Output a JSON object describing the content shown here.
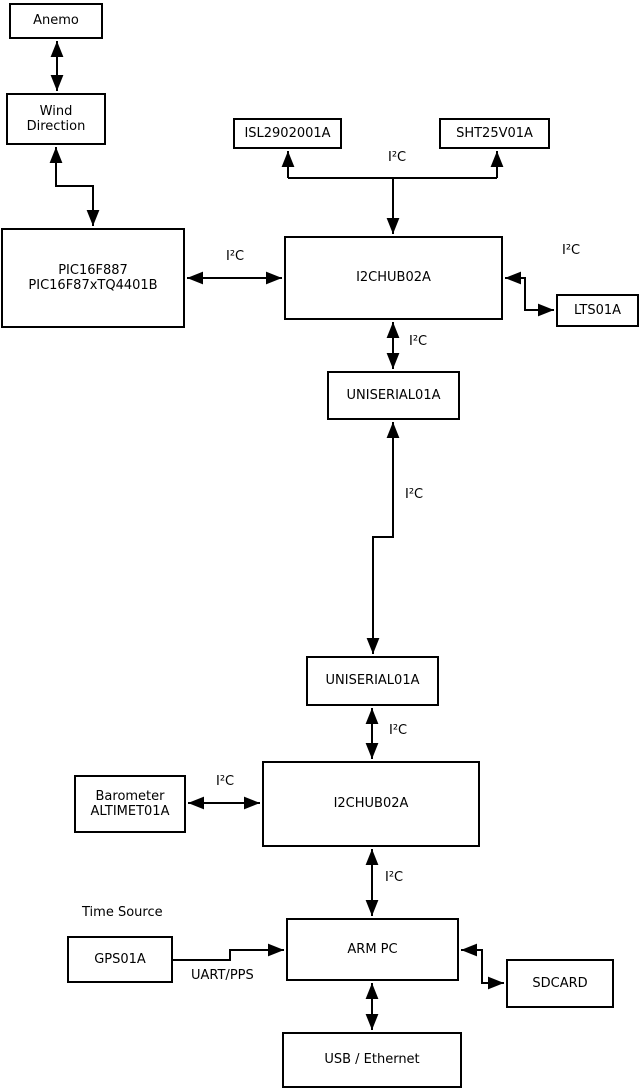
{
  "nodes": {
    "anemo": {
      "label": "Anemo"
    },
    "wind_direction": {
      "label": "Wind\nDirection"
    },
    "pic": {
      "label": "PIC16F887\nPIC16F87xTQ4401B"
    },
    "isl": {
      "label": "ISL2902001A"
    },
    "sht": {
      "label": "SHT25V01A"
    },
    "hub1": {
      "label": "I2CHUB02A"
    },
    "lts": {
      "label": "LTS01A"
    },
    "uniserial1": {
      "label": "UNISERIAL01A"
    },
    "uniserial2": {
      "label": "UNISERIAL01A"
    },
    "hub2": {
      "label": "I2CHUB02A"
    },
    "barometer": {
      "label": "Barometer\nALTIMET01A"
    },
    "gps": {
      "label": "GPS01A"
    },
    "arm_pc": {
      "label": "ARM PC"
    },
    "sdcard": {
      "label": "SDCARD"
    },
    "usb_ethernet": {
      "label": "USB / Ethernet"
    }
  },
  "edge_labels": {
    "i2c": "I²C",
    "uart_pps": "UART/PPS",
    "time_source": "Time Source"
  },
  "colors": {
    "background": "#ffffff",
    "line": "#000000",
    "box_fill": "#ffffff",
    "text": "#000000"
  }
}
